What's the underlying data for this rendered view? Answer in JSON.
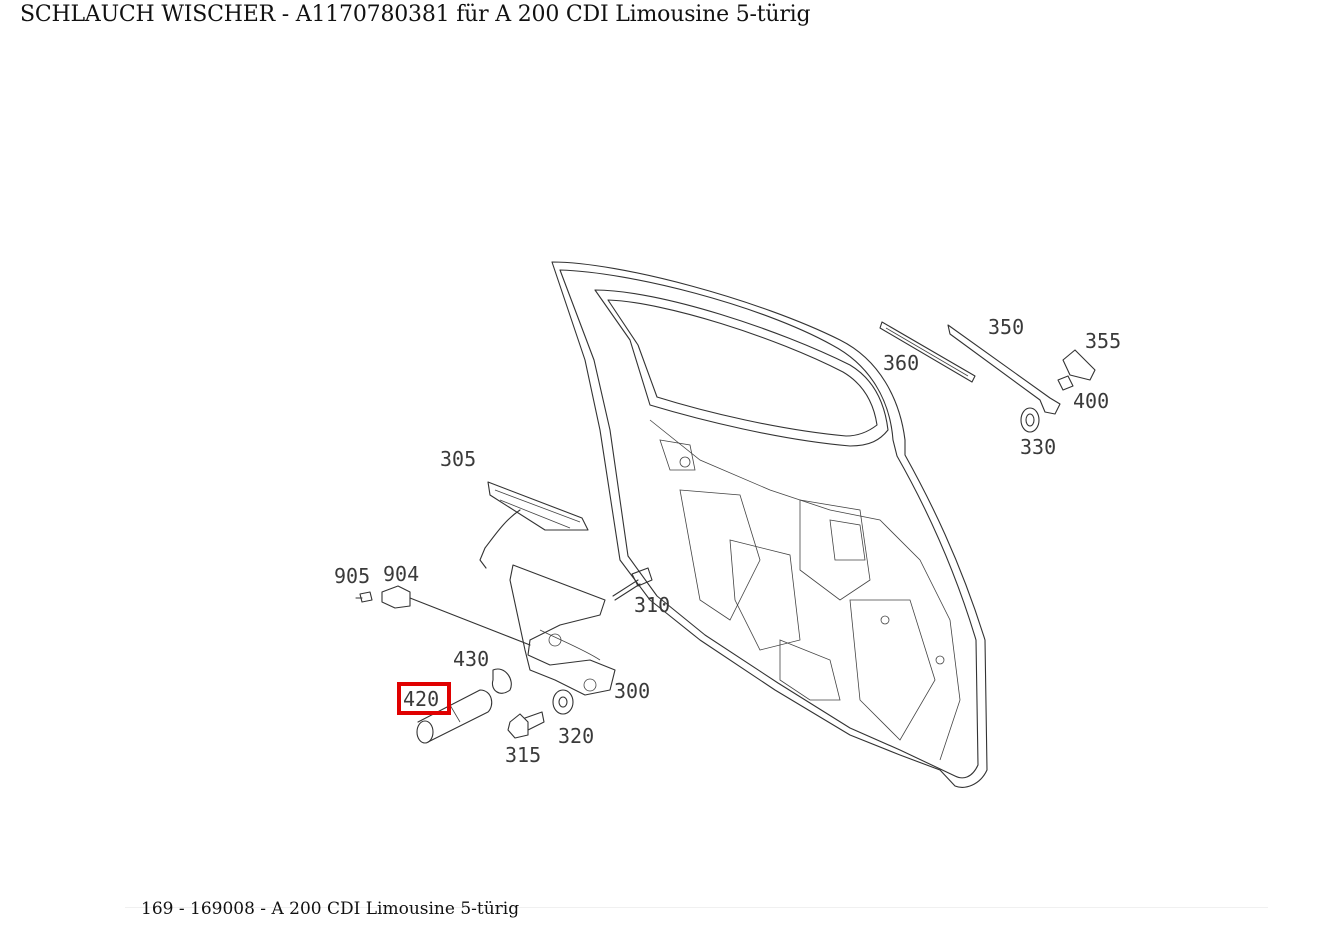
{
  "header": {
    "title": "SCHLAUCH WISCHER - A1170780381 für A 200 CDI Limousine 5-türig"
  },
  "diagram": {
    "highlighted_part": "420",
    "parts": [
      {
        "id": "305",
        "label": "305"
      },
      {
        "id": "350",
        "label": "350"
      },
      {
        "id": "355",
        "label": "355"
      },
      {
        "id": "360",
        "label": "360"
      },
      {
        "id": "400",
        "label": "400"
      },
      {
        "id": "330",
        "label": "330"
      },
      {
        "id": "905",
        "label": "905"
      },
      {
        "id": "904",
        "label": "904"
      },
      {
        "id": "310",
        "label": "310"
      },
      {
        "id": "430",
        "label": "430"
      },
      {
        "id": "420",
        "label": "420"
      },
      {
        "id": "300",
        "label": "300"
      },
      {
        "id": "320",
        "label": "320"
      },
      {
        "id": "315",
        "label": "315"
      }
    ],
    "highlight_color": "#e00000"
  },
  "footer": {
    "text": "169 - 169008 - A 200 CDI Limousine 5-türig"
  }
}
